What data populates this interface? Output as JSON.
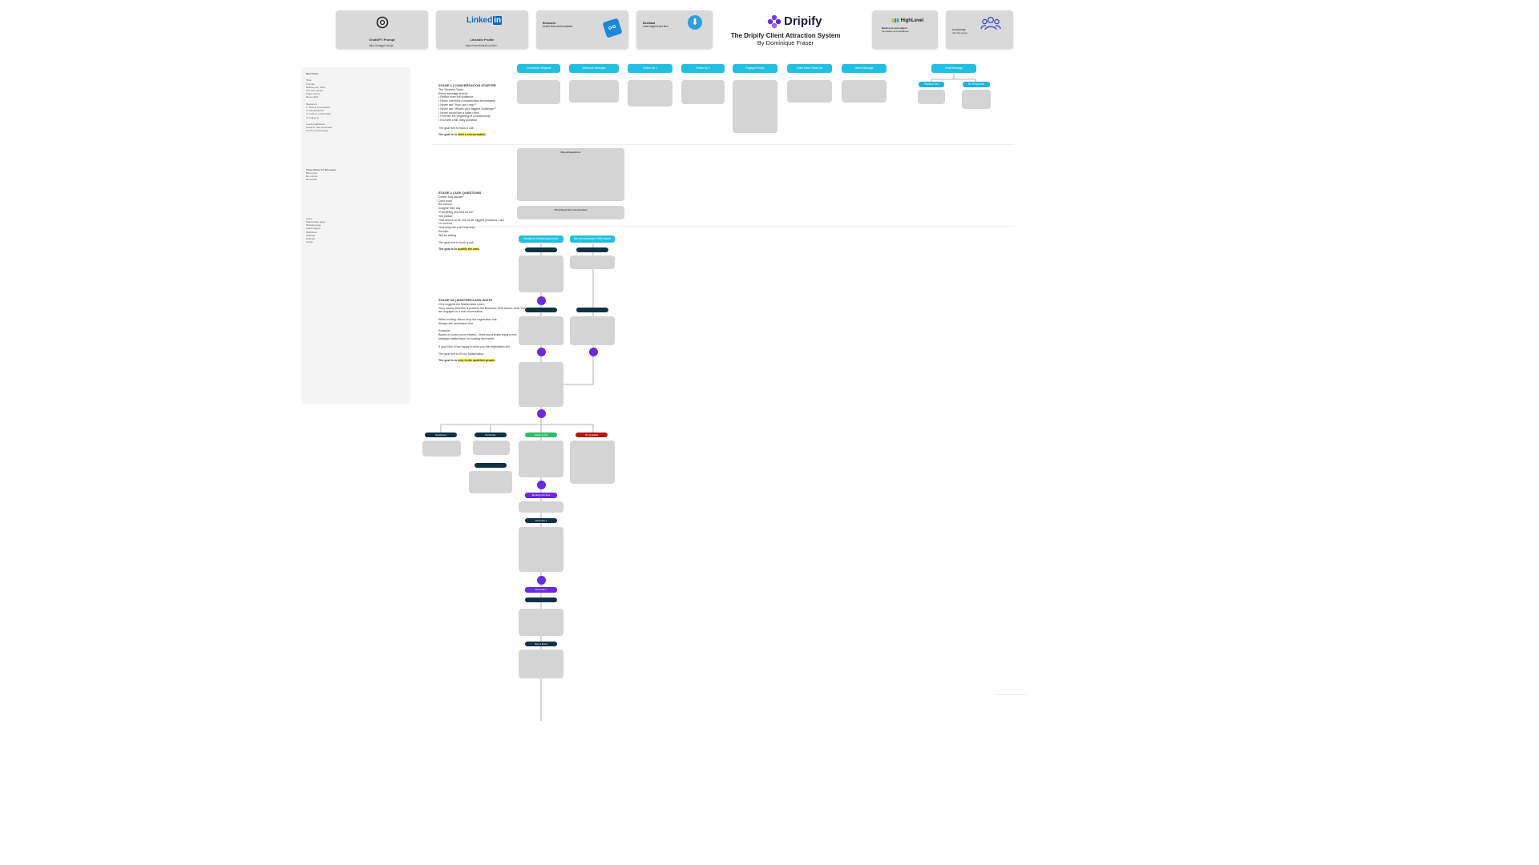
{
  "header": {
    "brand": "Dripify",
    "title": "The Dripify Client Attraction System",
    "author": "By Dominique Fraser"
  },
  "top_cards": [
    {
      "icon": "openai-logo-icon",
      "title": "ChatGPT Prompt",
      "text": "https://chatgpt.com/g/..."
    },
    {
      "icon": "linkedin-logo-icon",
      "brand": "Linked",
      "brand_suffix": "in",
      "title": "LinkedIn Profile",
      "text": "https://www.linkedin.com/in/..."
    },
    {
      "icon": "link-icon",
      "title": "Resources",
      "text": "Useful links and templates"
    },
    {
      "icon": "download-icon",
      "title": "Download",
      "text": "Lead magnet and files"
    },
    {
      "icon": "highlevel-logo-icon",
      "brand": "HighLevel",
      "title": "Build your automation",
      "text": "Templates and workflows"
    },
    {
      "icon": "community-icon",
      "title": "Community",
      "text": "Join the group"
    }
  ],
  "stages": [
    {
      "heading": "STAGE 1 | CONVERSATION STARTER",
      "lines": [
        "The Simplest Tactic:",
        "Every message should:",
        "• Reflect from the audience",
        "• Never overthink a masterclass immediately",
        "• Never ask \"How can I help?\"",
        "• Never ask \"What's your biggest challenge?\"",
        "• Never sound like a sales robot",
        "• Feel like the beginning of a relationship",
        "• End with ONE easy question",
        "",
        "The goal isn't to book a call."
      ],
      "goal_prefix": "The goal is to ",
      "goal_highlight": "start a conversation."
    },
    {
      "heading": "STAGE 2 | ASK QUESTIONS",
      "lines": [
        "Dream Day answer:",
        "Don't book",
        "Be curious",
        "Imagine they say",
        "\"Everything seemed on me\"",
        "Yes please",
        "That seems to be one of the biggest problems I see",
        "I'm curious",
        "How long has it felt that way?",
        "Remain",
        "Still be asking",
        "",
        "The goal isn't to book a call."
      ],
      "goal_prefix": "The goal is to ",
      "goal_highlight": "qualify the lead."
    },
    {
      "heading": "STAGE 3A | MASTERCLASS INVITE",
      "lines": [
        "Only suggest the Masterclass when:",
        "They clearly describe a problem the Business Shift solves, AND They are engaged in a real conversation.",
        "",
        "When inviting: Never drop the registration link.",
        "Always ask permission first.",
        "",
        "Example:",
        "Based on what you've shared, I think you'd really enjoy a free strategic masterclass I'm hosting next week.",
        "",
        "If you'd like I'd be happy to send you the registration link.",
        "",
        "The goal isn't to fill our Masterclass."
      ],
      "goal_prefix": "The goal is to ",
      "goal_highlight": "only invite qualified people."
    }
  ],
  "sidebar_lines": [
    "Next Steps",
    "",
    "Tone",
    "Friendly",
    "Reflect your voice",
    "Use first names",
    "Keep it short",
    "Never pitch",
    "",
    "Sequence",
    "1. Start a conversation",
    "2. Ask questions",
    "3. Invite to masterclass",
    "4. Follow up",
    "",
    "Lead Qualification",
    "Good fit: has a business",
    "Not fit: just browsing",
    "",
    "Three Rules for Messages",
    "Be human",
    "Be curious",
    "Be helpful",
    "",
    "Links",
    "Masterclass page",
    "Booking page",
    "Lead magnet",
    "Workbook",
    "Webinar",
    "Podcast",
    "Group"
  ],
  "flow_top_pills": [
    "Connection Request",
    "Welcome Message",
    "Follow Up 1",
    "Follow Up 2",
    "Engaged Reply",
    "Voice Note Follow Up",
    "Value Message",
    "Final Message"
  ],
  "flow_branch_pills": [
    "Replied Yes",
    "No Response"
  ],
  "stage2_box_title": "Dig ad Ingestions",
  "stage2_box_title2": "Then Reset the conversation",
  "stage3_pills": [
    "Ready for Masterclass Invite",
    "Not yet interested / Still unsure"
  ],
  "outcome_pills": [
    "Registered",
    "Not Ready",
    "Wants a Call",
    "Not Qualified"
  ],
  "mid_pills": [
    "Booking Link Sent",
    "Reminder 1",
    "Reminder 2",
    "Day of Event"
  ],
  "colors": {
    "accent_cyan": "#22c0e0",
    "node_purple": "#6a2bd9",
    "green": "#2ebd6b",
    "red": "#b01818",
    "navy": "#123244"
  }
}
